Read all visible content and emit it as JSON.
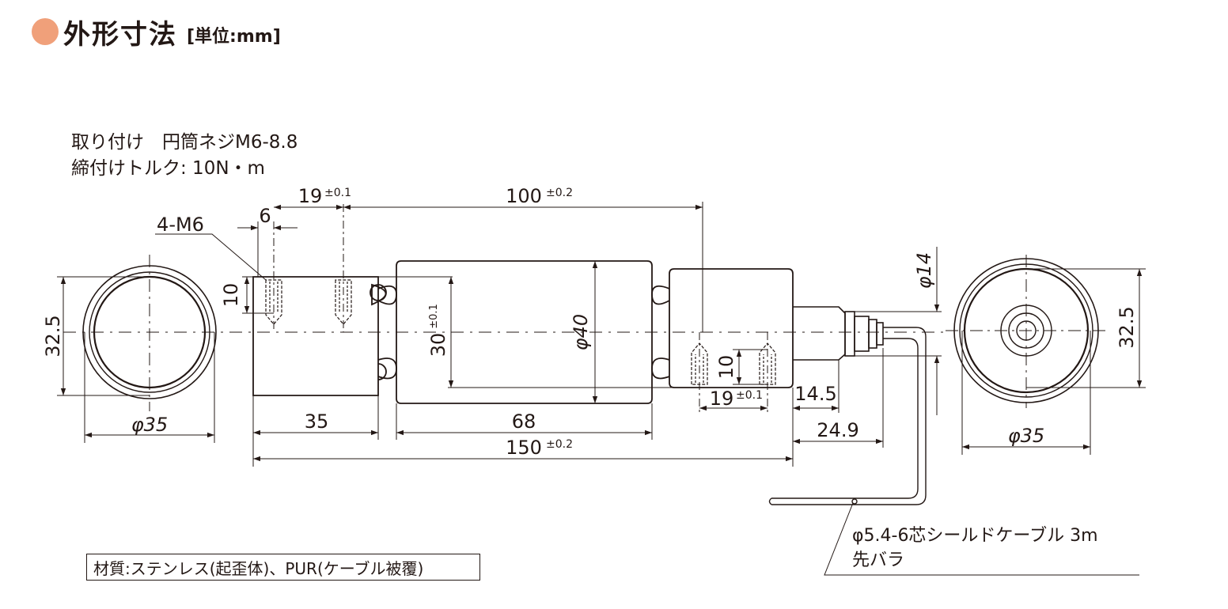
{
  "heading": {
    "title": "外形寸法",
    "unit": "[単位:mm]",
    "accent_color": "#f0a07a"
  },
  "notes": {
    "line1": "取り付け　円筒ネジM6-8.8",
    "line2": "締付けトルク: 10N・m"
  },
  "material": "材質:ステンレス(起歪体)、PUR(ケーブル被覆)",
  "cable": {
    "line1": "φ5.4-6芯シールドケーブル 3m",
    "line2": "先バラ"
  },
  "dimensions": {
    "thread": "4-M6",
    "d6": "6",
    "d19_top": "19",
    "tol_01_top": "±0.1",
    "d100": "100",
    "tol_02_top": "±0.2",
    "d10_left": "10",
    "d32_5_left": "32.5",
    "phi35_left": "φ35",
    "d30": "30",
    "tol_01_30": "±0.1",
    "phi40": "φ40",
    "d35": "35",
    "d68": "68",
    "d150": "150",
    "tol_02_bottom": "±0.2",
    "d10_right": "10",
    "d19_bottom": "19",
    "tol_01_bottom": "±0.1",
    "d14_5": "14.5",
    "d24_9": "24.9",
    "phi14": "φ14",
    "d32_5_right": "32.5",
    "phi35_right": "φ35"
  }
}
